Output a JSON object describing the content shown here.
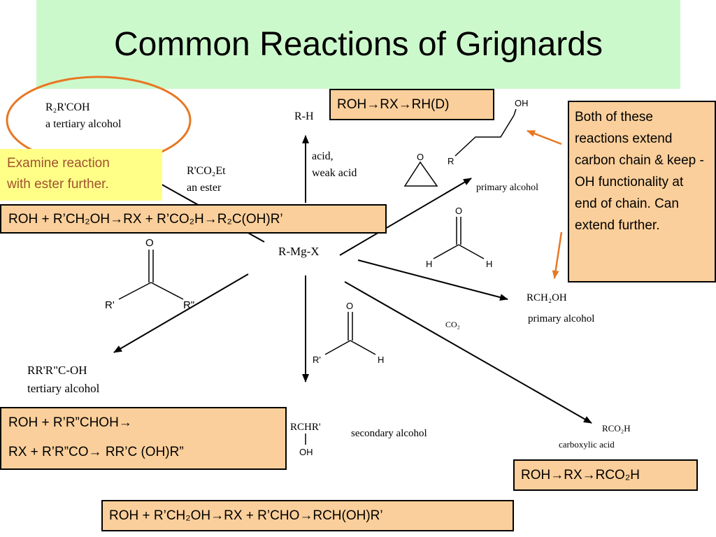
{
  "title": "Common Reactions of Grignards",
  "center": "R-Mg-X",
  "labels": {
    "tertiary_formula": "R₂R'COH",
    "tertiary_name": "a tertiary alcohol",
    "ester_formula": "R'CO₂Et",
    "ester_name": "an ester",
    "rh": "R-H",
    "acid1": "acid,",
    "acid2": "weak acid",
    "primary1": "primary alcohol",
    "rch2oh": "RCH₂OH",
    "primary2": "primary alcohol",
    "co2": "CO₂",
    "rco2h": "RCO₂H",
    "carboxylic": "carboxylic acid",
    "rrr_oh": "RR'R\"C-OH",
    "tertiary2": "tertiary alcohol",
    "rchr": "RCHR'",
    "oh_below": "OH",
    "secondary": "secondary alcohol"
  },
  "atoms": {
    "oh_top": "OH",
    "r_chain": "R",
    "epox_o": "O",
    "form_o": "O",
    "form_h1": "H",
    "form_h2": "H",
    "ket_o": "O",
    "ket_r1": "R'",
    "ket_r2": "R\"",
    "ald_o": "O",
    "ald_r": "R'",
    "ald_h": "H"
  },
  "boxes": {
    "roh_rx_rh": "ROH→RX→RH(D)",
    "ester_reaction": "ROH + R’CH₂OH→RX +  R’CO₂H→R₂C(OH)R’",
    "ketone_line1": "ROH + R’R”CHOH→",
    "ketone_line2": "RX +  R’R”CO→    RR’C (OH)R”",
    "co2_reaction": "ROH→RX→RCO₂H",
    "aldehyde_reaction": "ROH + R’CH₂OH→RX +  R’CHO→RCH(OH)R’"
  },
  "note": "Both of these reactions extend carbon chain & keep    -OH functionality at end of chain. Can extend further.",
  "callout": {
    "line1": "Examine reaction",
    "line2": "with ester further."
  },
  "colors": {
    "title_band": "#ccf9cc",
    "box_fill": "#fbcf9b",
    "callout_fill": "#ffff88",
    "callout_text": "#a0522d",
    "ellipse": "#e87722",
    "note_arrow": "#e87722"
  }
}
